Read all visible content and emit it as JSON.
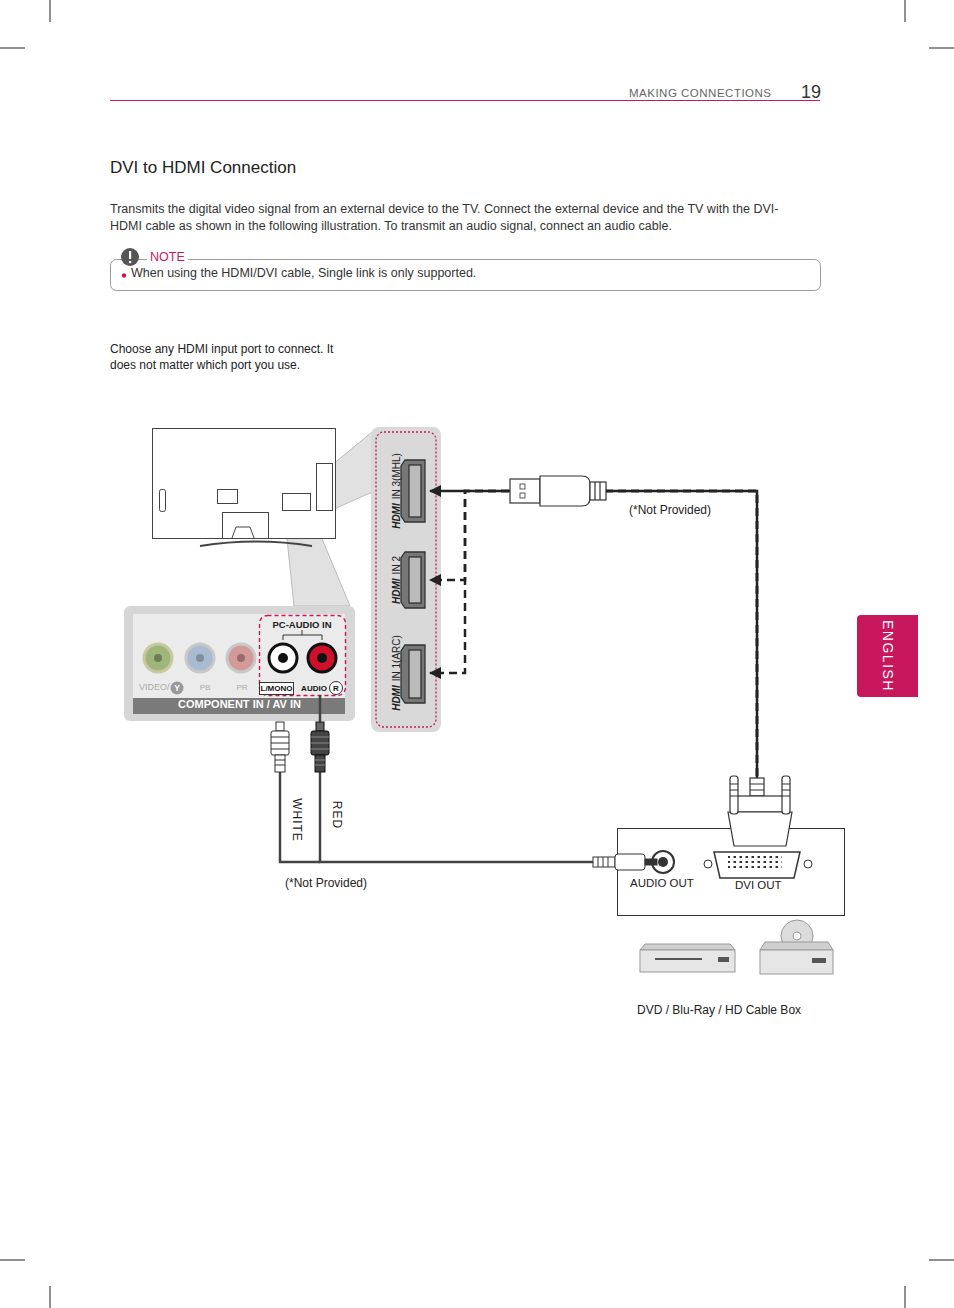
{
  "diagram": {
    "title": "DVI to HDMI Connection",
    "nodes": [
      {
        "text": [
          "NOTE",
          "When using the HDMI/DVI cable, Single link is only supported."
        ]
      },
      {
        "text": [
          "COMPONENT IN / AV IN"
        ]
      },
      {
        "text": [
          "PC-AUDIO IN"
        ],
        "in": 1
      },
      {
        "text": [
          "HDMI",
          "IN 3(MHL)"
        ]
      },
      {
        "text": [
          "HDMI",
          "IN 2"
        ]
      },
      {
        "text": [
          "HDMI",
          "IN 1(ARC)"
        ]
      },
      {
        "text": [
          "AUDIO OUT",
          "DVI OUT"
        ]
      },
      {
        "text": [
          "ENGLISH"
        ]
      }
    ],
    "edges": [
      {
        "from": 6,
        "to": 3,
        "arrow": "to"
      },
      {
        "from": 6,
        "to": 4,
        "arrow": "to"
      },
      {
        "from": 6,
        "to": 5,
        "arrow": "to"
      },
      {
        "from": 6,
        "to": 2,
        "arrow": "none"
      }
    ],
    "labels": [
      "MAKING CONNECTIONS",
      "19",
      "Transmits the digital video signal from an external device to the TV. Connect the external device and the TV with the DVI-HDMI cable as shown in the following illustration. To transmit an audio signal, connect an audio cable.",
      "Choose any HDMI input port to connect. It does not matter which port you use.",
      "(*Not Provided)",
      "VIDEO/",
      "Y",
      "PB",
      "PR",
      "L/MONO",
      "AUDIO",
      "R",
      "WHITE",
      "RED",
      "(*Not Provided)",
      "DVD / Blu-Ray / HD Cable Box"
    ]
  }
}
